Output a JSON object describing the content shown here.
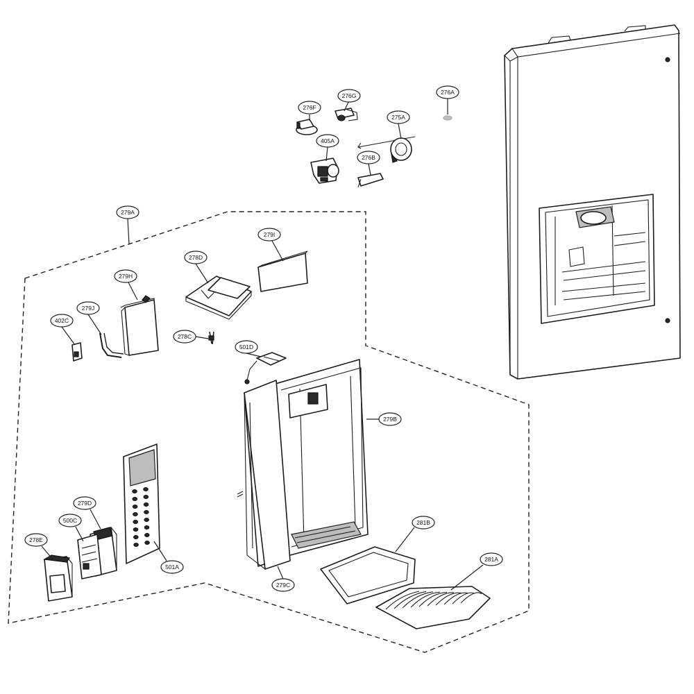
{
  "callouts": [
    {
      "id": "c276F",
      "text": "276F"
    },
    {
      "id": "c276G",
      "text": "276G"
    },
    {
      "id": "c276A",
      "text": "276A"
    },
    {
      "id": "c275A",
      "text": "275A"
    },
    {
      "id": "c405A",
      "text": "405A"
    },
    {
      "id": "c276B",
      "text": "276B"
    },
    {
      "id": "c279A",
      "text": "279A"
    },
    {
      "id": "c279I",
      "text": "279I"
    },
    {
      "id": "c278D",
      "text": "278D"
    },
    {
      "id": "c279H",
      "text": "279H"
    },
    {
      "id": "c279J",
      "text": "279J"
    },
    {
      "id": "c402C",
      "text": "402C"
    },
    {
      "id": "c278C",
      "text": "278C"
    },
    {
      "id": "c501D",
      "text": "501D"
    },
    {
      "id": "c279B",
      "text": "279B"
    },
    {
      "id": "c279D",
      "text": "279D"
    },
    {
      "id": "c500C",
      "text": "500C"
    },
    {
      "id": "c278E",
      "text": "278E"
    },
    {
      "id": "c501A",
      "text": "501A"
    },
    {
      "id": "c279C",
      "text": "279C"
    },
    {
      "id": "c281B",
      "text": "281B"
    },
    {
      "id": "c281A",
      "text": "281A"
    }
  ]
}
